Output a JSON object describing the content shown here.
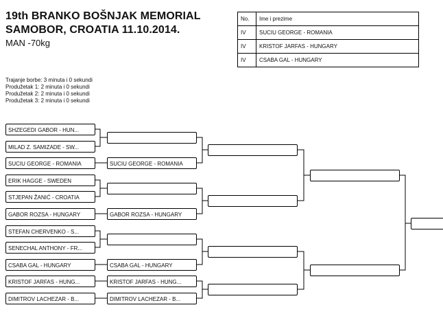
{
  "header": {
    "title_line1": "19th BRANKO BOŠNJAK MEMORIAL",
    "title_line2": "SAMOBOR, CROATIA 11.10.2014.",
    "category": "MAN -70kg"
  },
  "duration": {
    "line1": "Trajanje borbe: 3 minuta i 0 sekundi",
    "line2": "Produžetak 1: 2 minuta i 0 sekundi",
    "line3": "Produžetak 2: 2 minuta i 0 sekundi",
    "line4": "Produžetak 3: 2 minuta i 0 sekundi"
  },
  "results": {
    "header_no": "No.",
    "header_name": "Ime i prezime",
    "rows": [
      {
        "place": "IV",
        "name": "SUCIU GEORGE - ROMANIA"
      },
      {
        "place": "IV",
        "name": "KRISTOF JARFAS - HUNGARY"
      },
      {
        "place": "IV",
        "name": "CSABA GAL - HUNGARY"
      }
    ]
  },
  "bracket": {
    "round1": [
      "SHZEGEDI GABOR - HUN...",
      "MILAD Z. SAMIZADE - SW...",
      "SUCIU GEORGE - ROMANIA",
      "ERIK HAGGE - SWEDEN",
      "STJEPAN ŽANIĆ - CROATIA",
      "GABOR ROZSA - HUNGARY",
      "STEFAN CHERVENKO - S...",
      "SENECHAL ANTHONY - FR...",
      "CSABA GAL - HUNGARY",
      "KRISTOF JARFAS - HUNG...",
      "DIMITROV LACHEZAR - B..."
    ],
    "round2": [
      "",
      "SUCIU GEORGE - ROMANIA",
      "",
      "GABOR ROZSA - HUNGARY",
      "",
      "CSABA GAL - HUNGARY",
      "KRISTOF JARFAS - HUNG...",
      "DIMITROV LACHEZAR - B..."
    ],
    "round3": [
      "",
      "",
      "",
      ""
    ],
    "round4": [
      "",
      ""
    ],
    "round5": [
      ""
    ]
  }
}
